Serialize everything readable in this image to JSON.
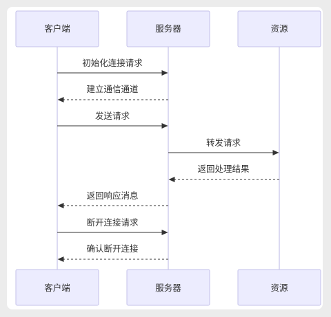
{
  "participants": [
    {
      "id": "client",
      "label": "客户端"
    },
    {
      "id": "server",
      "label": "服务器"
    },
    {
      "id": "resource",
      "label": "资源"
    }
  ],
  "messages": [
    {
      "from": "client",
      "to": "server",
      "label": "初始化连接请求",
      "style": "solid"
    },
    {
      "from": "server",
      "to": "client",
      "label": "建立通信通道",
      "style": "dashed"
    },
    {
      "from": "client",
      "to": "server",
      "label": "发送请求",
      "style": "solid"
    },
    {
      "from": "server",
      "to": "resource",
      "label": "转发请求",
      "style": "solid"
    },
    {
      "from": "resource",
      "to": "server",
      "label": "返回处理结果",
      "style": "dashed"
    },
    {
      "from": "server",
      "to": "client",
      "label": "返回响应消息",
      "style": "dashed"
    },
    {
      "from": "client",
      "to": "server",
      "label": "断开连接请求",
      "style": "solid"
    },
    {
      "from": "server",
      "to": "client",
      "label": "确认断开连接",
      "style": "dashed"
    }
  ]
}
